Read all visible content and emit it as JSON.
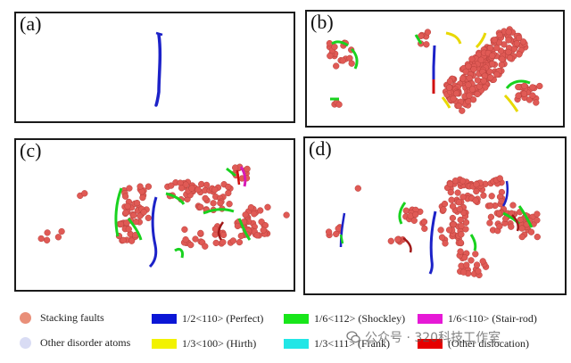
{
  "panels": [
    {
      "label": "(a)"
    },
    {
      "label": "(b)"
    },
    {
      "label": "(c)"
    },
    {
      "label": "(d)"
    }
  ],
  "legend": {
    "items": [
      {
        "label": "Stacking faults",
        "color": "#e98f79",
        "shape": "circle"
      },
      {
        "label": "Other disorder atoms",
        "color": "#d9dcf4",
        "shape": "circle"
      },
      {
        "label": "1/2<110> (Perfect)",
        "color": "#0b16d6",
        "shape": "bar"
      },
      {
        "label": "1/3<100> (Hirth)",
        "color": "#f2f200",
        "shape": "bar"
      },
      {
        "label": "1/6<112> (Shockley)",
        "color": "#18e61a",
        "shape": "bar"
      },
      {
        "label": "1/3<111> (Frank)",
        "color": "#22e6e6",
        "shape": "bar"
      },
      {
        "label": "1/6<110> (Stair-rod)",
        "color": "#e619d6",
        "shape": "bar"
      },
      {
        "label": "(Other dislocation)",
        "color": "#e60000",
        "shape": "bar"
      }
    ]
  },
  "watermark": {
    "text": "公众号 · 320科技工作室",
    "icon": "wechat-icon"
  },
  "colors": {
    "atom": "#e05a55",
    "perfect": "#1c22c8",
    "shockley": "#19d21f",
    "hirth": "#e8d800",
    "stairrod": "#d81bb6",
    "other": "#d01010"
  }
}
